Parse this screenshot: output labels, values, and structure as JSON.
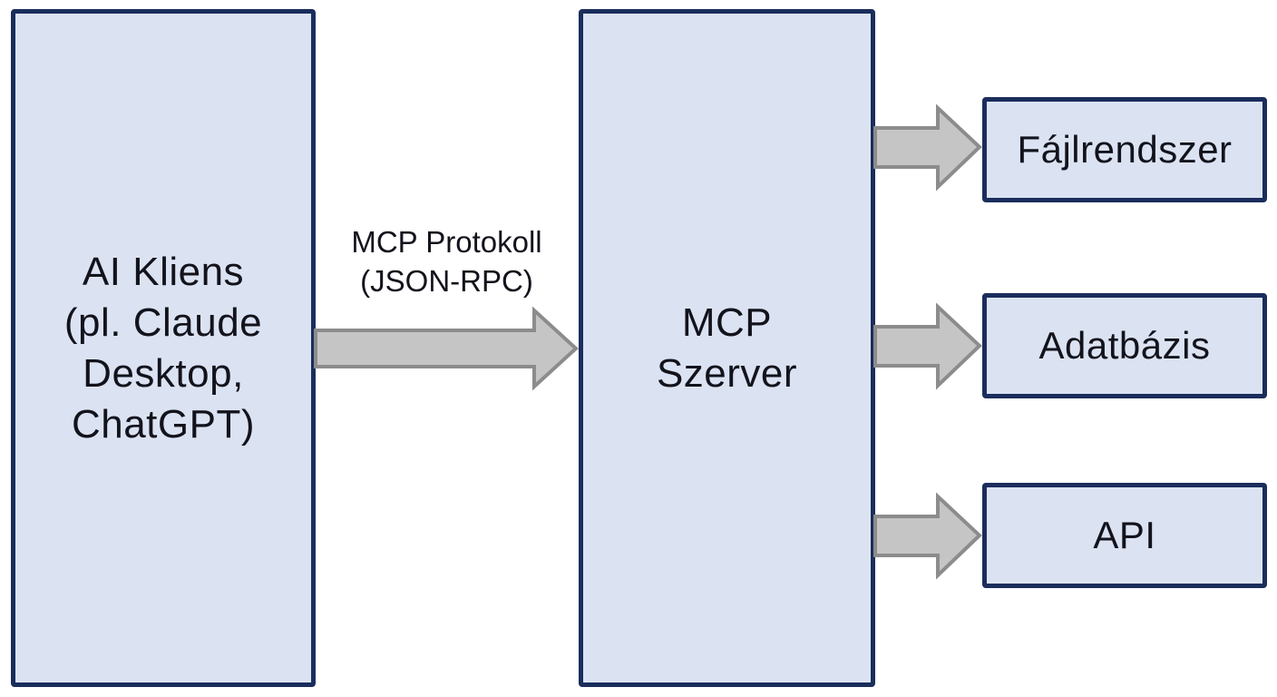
{
  "colors": {
    "box-fill": "#dbe3f3",
    "box-border": "#1b2d5c",
    "arrow-fill": "#c5c5c5",
    "arrow-stroke": "#8c8c8c",
    "text": "#13131c",
    "background": "#ffffff"
  },
  "nodes": {
    "ai_client": {
      "lines": [
        "AI Kliens",
        "(pl. Claude",
        "Desktop,",
        "ChatGPT)"
      ]
    },
    "mcp_server": {
      "lines": [
        "MCP",
        "Szerver"
      ]
    },
    "filesystem": {
      "label": "Fájlrendszer"
    },
    "database": {
      "label": "Adatbázis"
    },
    "api": {
      "label": "API"
    }
  },
  "connections": {
    "protocol": {
      "lines": [
        "MCP Protokoll",
        "(JSON-RPC)"
      ]
    }
  }
}
